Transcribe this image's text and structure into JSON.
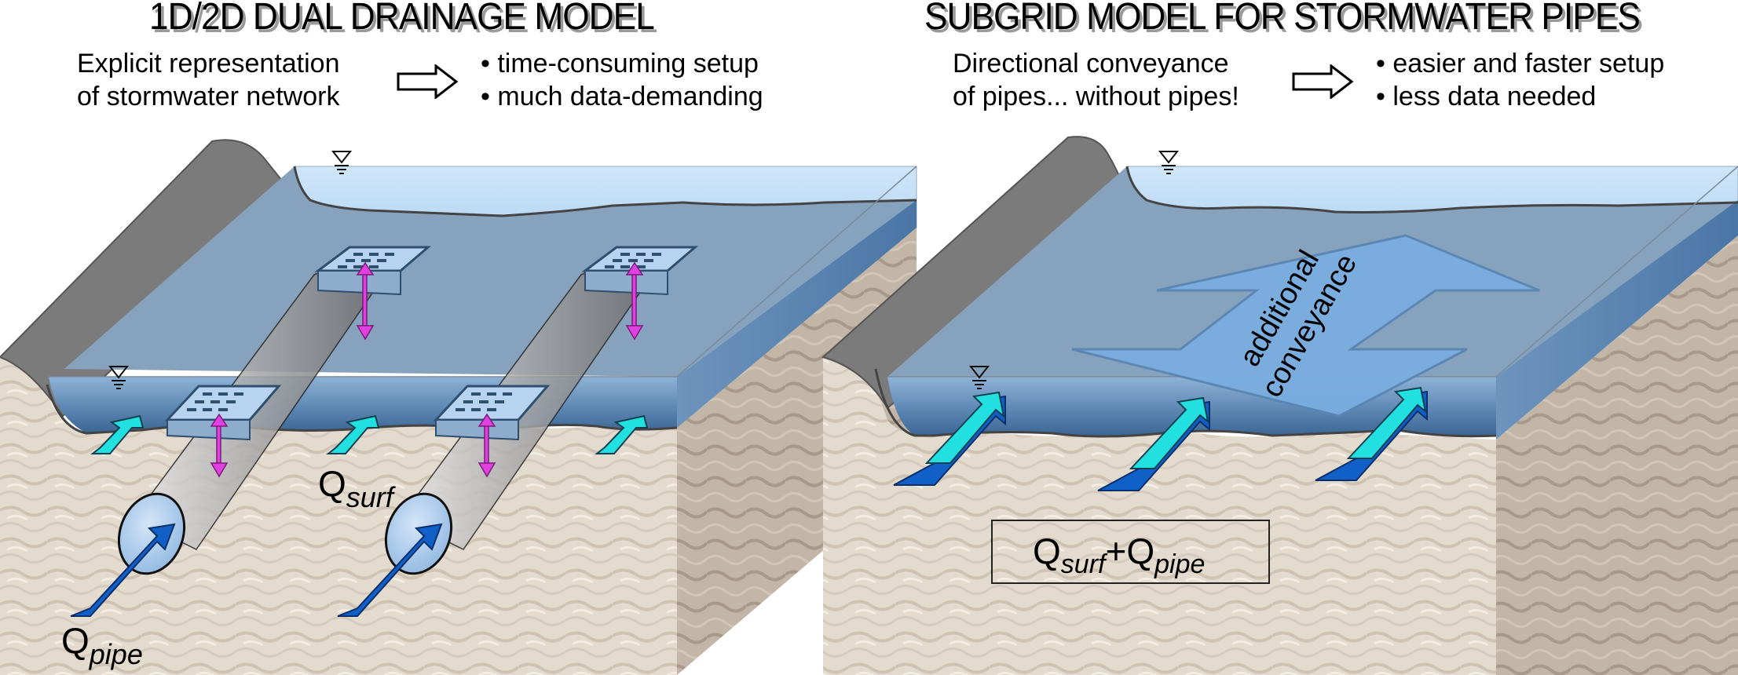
{
  "left_panel": {
    "title": "1D/2D DUAL DRAINAGE MODEL",
    "description_lines": [
      "Explicit representation",
      "of stormwater network"
    ],
    "consequences": [
      "• time-consuming setup",
      "• much data-demanding"
    ],
    "labels": {
      "q_surf_main": "Q",
      "q_surf_sub": "surf",
      "q_pipe_main": "Q",
      "q_pipe_sub": "pipe"
    }
  },
  "right_panel": {
    "title": "SUBGRID MODEL FOR STORMWATER PIPES",
    "description_lines": [
      "Directional conveyance",
      "of pipes... without pipes!"
    ],
    "consequences": [
      "• easier and faster setup",
      "• less data needed"
    ],
    "conveyance_lines": [
      "additional",
      "conveyance"
    ],
    "formula": {
      "q1_main": "Q",
      "q1_sub": "surf",
      "plus": "+",
      "q2_main": "Q",
      "q2_sub": "pipe"
    }
  },
  "colors": {
    "water_light": "#c5e1f7",
    "water_mid": "#86a3be",
    "water_deep": "#3f6e9c",
    "soil": "#e2d8cb",
    "soil_side": "#bfb2a3",
    "embankment": "#7a7a7a",
    "surface_arrow": "#22e0e0",
    "pipe_arrow": "#1060c8",
    "exchange_arrow": "#e040e0"
  }
}
